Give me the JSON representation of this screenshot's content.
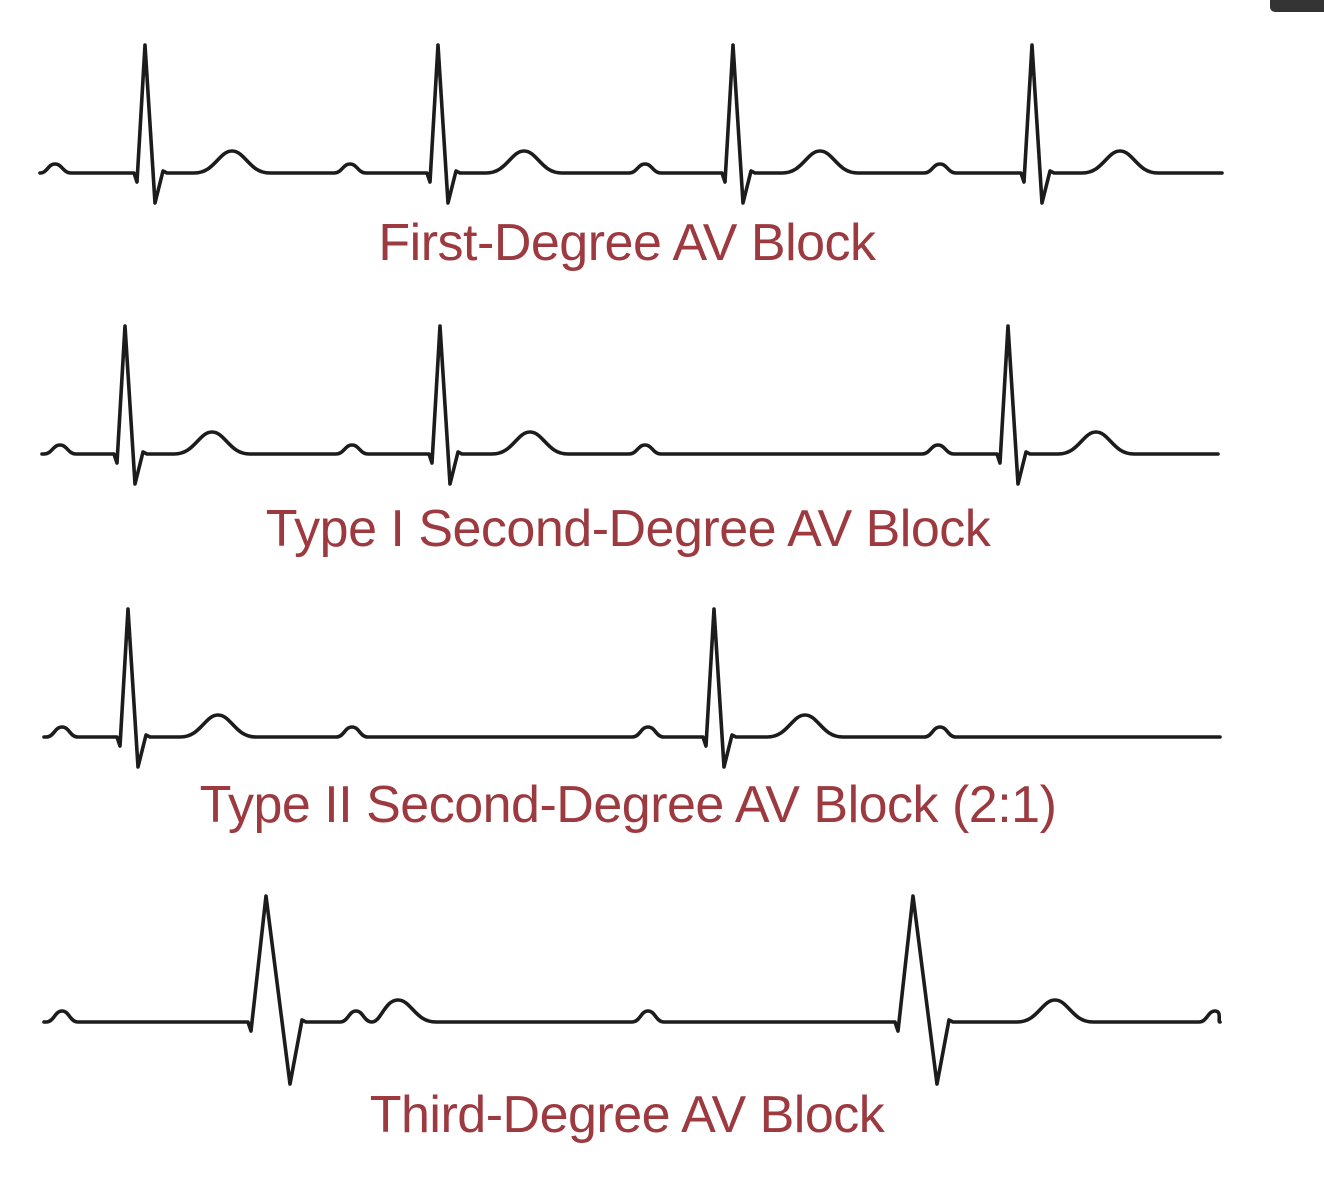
{
  "colors": {
    "trace": "#1c1c1c",
    "label": "#9c3a40",
    "background": "#ffffff"
  },
  "strips": [
    {
      "id": "first-degree",
      "label": "First-Degree AV Block",
      "p_waves": [
        55,
        350,
        645,
        940
      ],
      "qrs": [
        145,
        438,
        733,
        1032
      ],
      "t_waves": [
        232,
        524,
        820,
        1120
      ]
    },
    {
      "id": "type-1-second-degree",
      "label": "Type I Second-Degree AV Block",
      "p_waves": [
        60,
        352,
        645,
        938
      ],
      "qrs": [
        125,
        440,
        1008
      ],
      "t_waves": [
        212,
        530,
        1096
      ]
    },
    {
      "id": "type-2-second-degree",
      "label": "Type II Second-Degree AV Block (2:1)",
      "p_waves": [
        62,
        352,
        648,
        940
      ],
      "qrs": [
        128,
        714
      ],
      "t_waves": [
        218,
        805
      ]
    },
    {
      "id": "third-degree",
      "label": "Third-Degree AV Block",
      "p_waves": [
        62,
        356,
        648,
        1215
      ],
      "qrs": [
        266,
        913
      ],
      "t_waves": [
        398,
        1055
      ]
    }
  ]
}
